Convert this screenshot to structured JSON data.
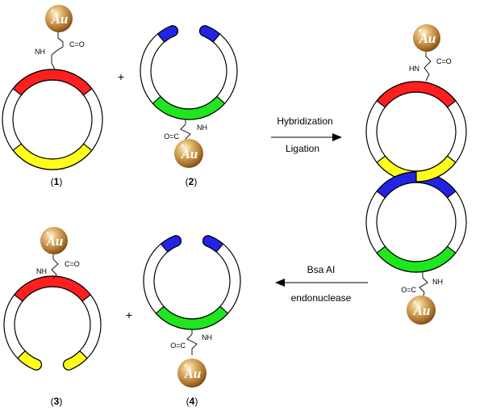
{
  "colors": {
    "red": "#ff1f1f",
    "yellow": "#ffff1a",
    "blue": "#2323e6",
    "green": "#1fe61f",
    "gold": "#c9924a",
    "ring_stroke": "#000000"
  },
  "particle_label": "Au",
  "substituent": {
    "nh": "NH",
    "hn": "HN",
    "carbonyl": "C=O",
    "carbonyl_rev": "O=C"
  },
  "reaction_forward": {
    "top": "Hybridization",
    "bottom": "Ligation"
  },
  "reaction_reverse": {
    "top": "Bsa AI",
    "bottom": "endonuclease"
  },
  "plus_sign": "+",
  "compounds": {
    "c1": {
      "open": "(",
      "num": "1",
      "close": ")"
    },
    "c2": {
      "open": "(",
      "num": "2",
      "close": ")"
    },
    "c3": {
      "open": "(",
      "num": "3",
      "close": ")"
    },
    "c4": {
      "open": "(",
      "num": "4",
      "close": ")"
    }
  },
  "icons": {
    "arrow_right": "arrow-right-icon",
    "arrow_left": "arrow-left-icon",
    "gold_nanoparticle": "gold-sphere-icon"
  }
}
